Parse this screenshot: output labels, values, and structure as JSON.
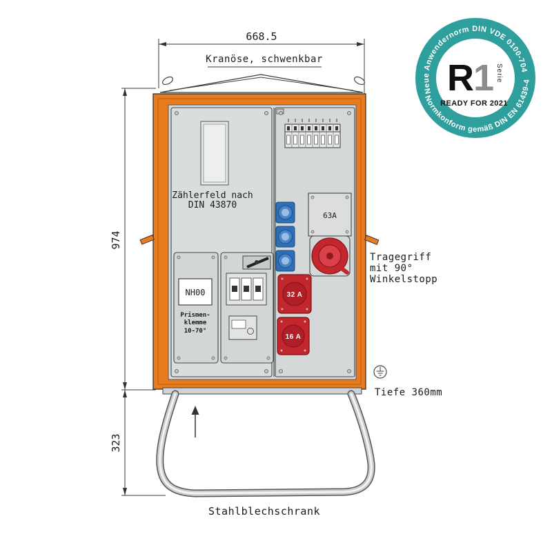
{
  "drawing": {
    "dim_width": "668.5",
    "dim_height": "974",
    "dim_stand": "323",
    "crane_label": "Kranöse, schwenkbar",
    "meter_label_1": "Zählerfeld nach",
    "meter_label_2": "DIN 43870",
    "fuse_label": "NH00",
    "clamp_label_1": "Prismen-",
    "clamp_label_2": "klemme",
    "clamp_label_3": "10-70°",
    "socket_63": "63A",
    "socket_32": "32 A",
    "socket_16": "16 A",
    "handle_label_1": "Tragegriff",
    "handle_label_2": "mit 90°",
    "handle_label_3": "Winkelstopp",
    "depth_label": "Tiefe 360mm",
    "caption": "Stahlblechschrank"
  },
  "badge": {
    "arc_top": "Neue Anwendernorm DIN VDE 0100-704",
    "arc_bottom": "Normkonform gemäß DIN EN 61439-4",
    "code_letter": "R",
    "code_number": "1",
    "serie": "Serie",
    "ready": "READY FOR 2021"
  },
  "colors": {
    "frame_orange": "#E87B1E",
    "panel_gray": "#D8DBDB",
    "cee_red": "#C4262E",
    "cee_blue": "#2E6FB5",
    "badge_teal": "#2F9F9D"
  }
}
